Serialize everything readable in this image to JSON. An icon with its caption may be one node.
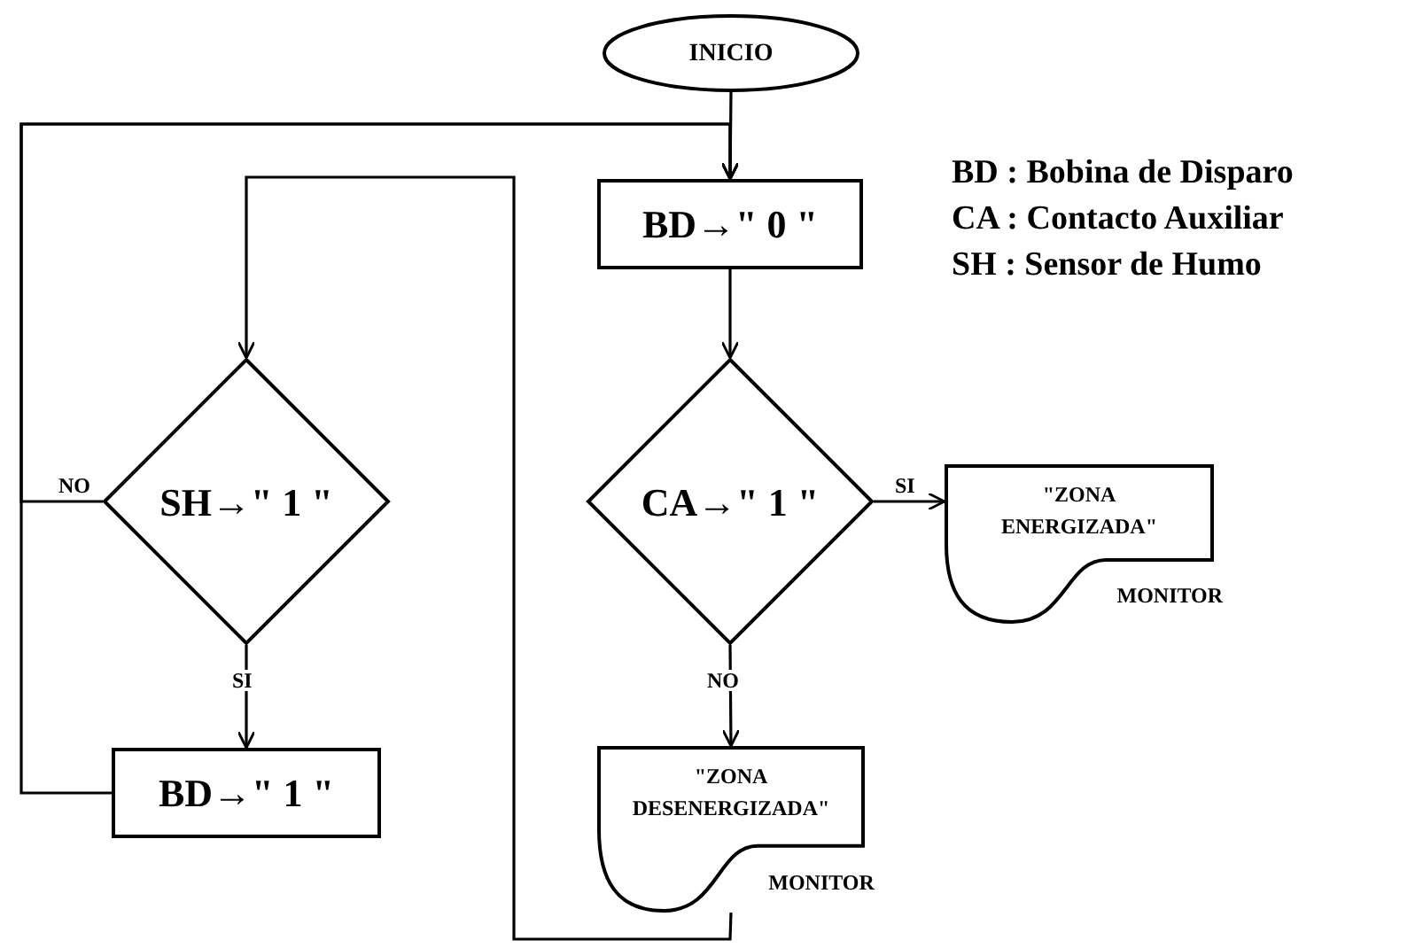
{
  "diagram": {
    "nodes": [
      {
        "text": [
          "INICIO"
        ]
      },
      {
        "text": [
          "BD→\" 0 \""
        ]
      },
      {
        "text": [
          "SH→\" 1 \""
        ]
      },
      {
        "text": [
          "BD→\" 1 \""
        ]
      },
      {
        "text": [
          "CA→\" 1 \""
        ]
      },
      {
        "text": [
          "\"ZONA ENERGIZADA\""
        ],
        "beside": [
          "MONITOR"
        ]
      },
      {
        "text": [
          "\"ZONA DESENERGIZADA\""
        ],
        "beside": [
          "MONITOR"
        ]
      }
    ],
    "edges": [
      {
        "from": 0,
        "to": 1,
        "arrow": "to"
      },
      {
        "from": 1,
        "to": 4,
        "arrow": "to"
      },
      {
        "from": 4,
        "to": 5,
        "arrow": "to",
        "label": "SI"
      },
      {
        "from": 4,
        "to": 6,
        "arrow": "to",
        "label": "NO"
      },
      {
        "from": 6,
        "to": 2,
        "arrow": "to"
      },
      {
        "from": 2,
        "to": 3,
        "arrow": "to",
        "label": "SI"
      },
      {
        "from": 3,
        "to": 1,
        "arrow": "to"
      },
      {
        "from": 2,
        "to": 1,
        "arrow": "to",
        "label": "NO"
      }
    ],
    "labels": [
      "BD : Bobina de Disparo",
      "CA : Contacto Auxiliar",
      "SH : Sensor de Humo"
    ]
  }
}
